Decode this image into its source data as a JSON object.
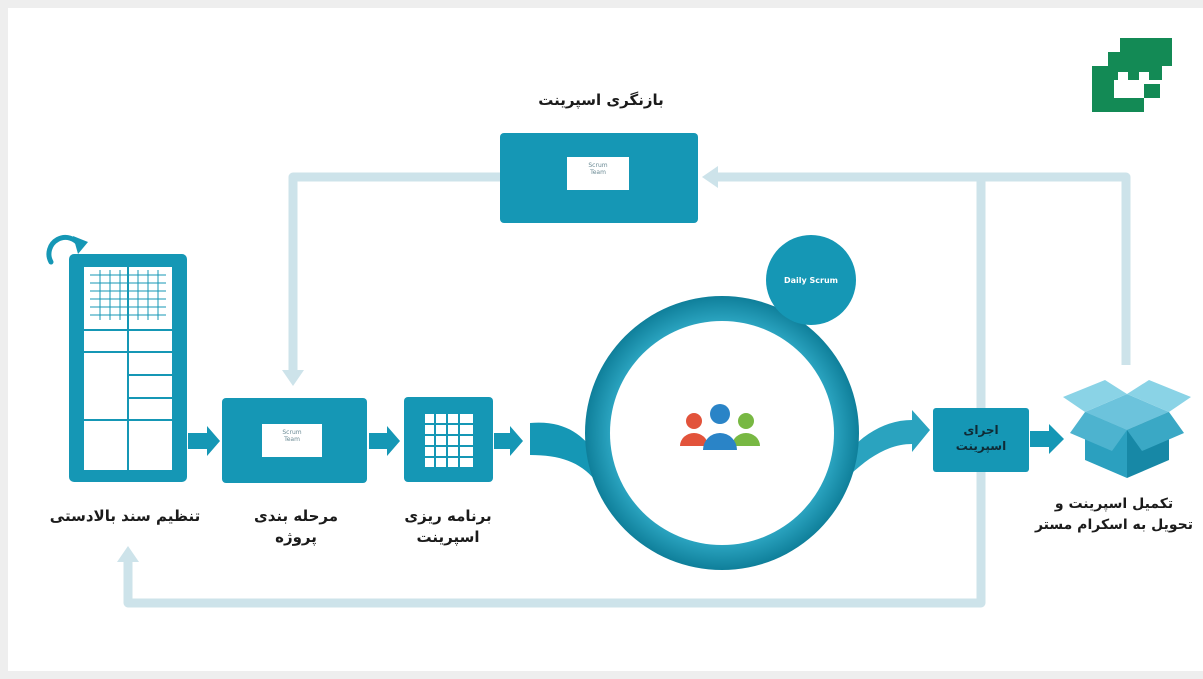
{
  "labels": {
    "sprint_retrospective": "بازنگری اسپرینت",
    "backlog_setup": "تنظیم سند بالادستی",
    "project_phasing_line1": "مرحله بندی",
    "project_phasing_line2": "پروژه",
    "sprint_planning_line1": "برنامه ریزی",
    "sprint_planning_line2": "اسپرینت",
    "sprint_execution_line1": "اجرای",
    "sprint_execution_line2": "اسپرینت",
    "sprint_delivery_line1": "تکمیل اسپرینت و",
    "sprint_delivery_line2": "تحویل به اسکرام مستر",
    "daily_scrum": "Daily Scrum",
    "scrum_team_line1": "Scrum",
    "scrum_team_line2": "Team"
  },
  "colors": {
    "primary": "#1597b5",
    "primary_dark": "#0f7f9a",
    "connector": "#cde3ea",
    "logo_green": "#138a55",
    "arrow": "#5fb6cd"
  },
  "icons": {
    "logo": "logo-icon",
    "refresh": "refresh-icon",
    "team": "team-icon",
    "box": "box-icon"
  }
}
